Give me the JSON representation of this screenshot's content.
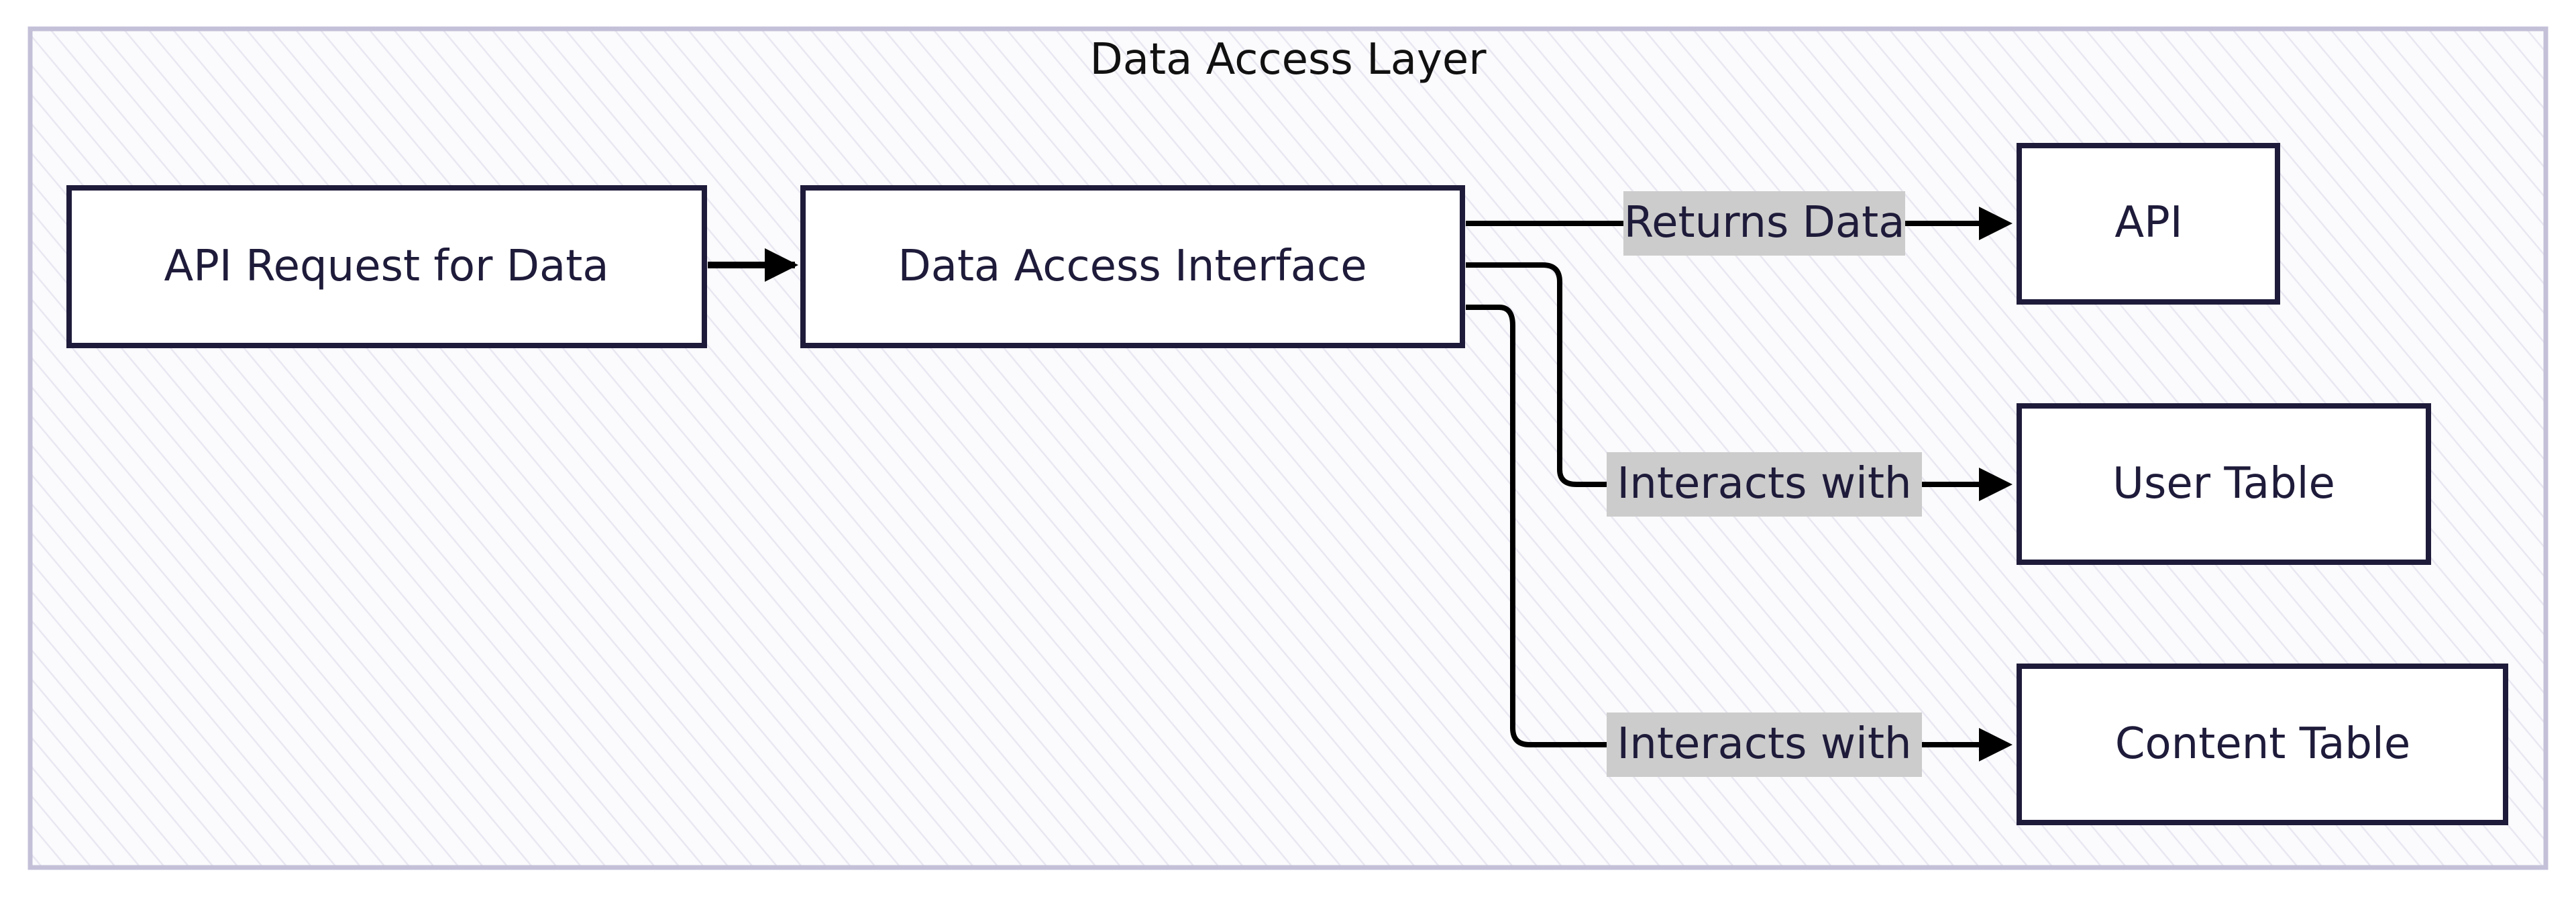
{
  "group": {
    "title": "Data Access Layer"
  },
  "nodes": {
    "api_request": "API Request for Data",
    "interface": "Data Access Interface",
    "api": "API",
    "user_table": "User Table",
    "content_table": "Content Table"
  },
  "edges": {
    "returns": "Returns Data",
    "interacts_user": "Interacts with",
    "interacts_content": "Interacts with"
  },
  "colors": {
    "group_border": "#c3c0d8",
    "hatch": "#eceaf3",
    "node_border": "#1e1b3a",
    "text": "#1e1b3a",
    "label_bg": "#cccccc",
    "arrow": "#000000"
  }
}
